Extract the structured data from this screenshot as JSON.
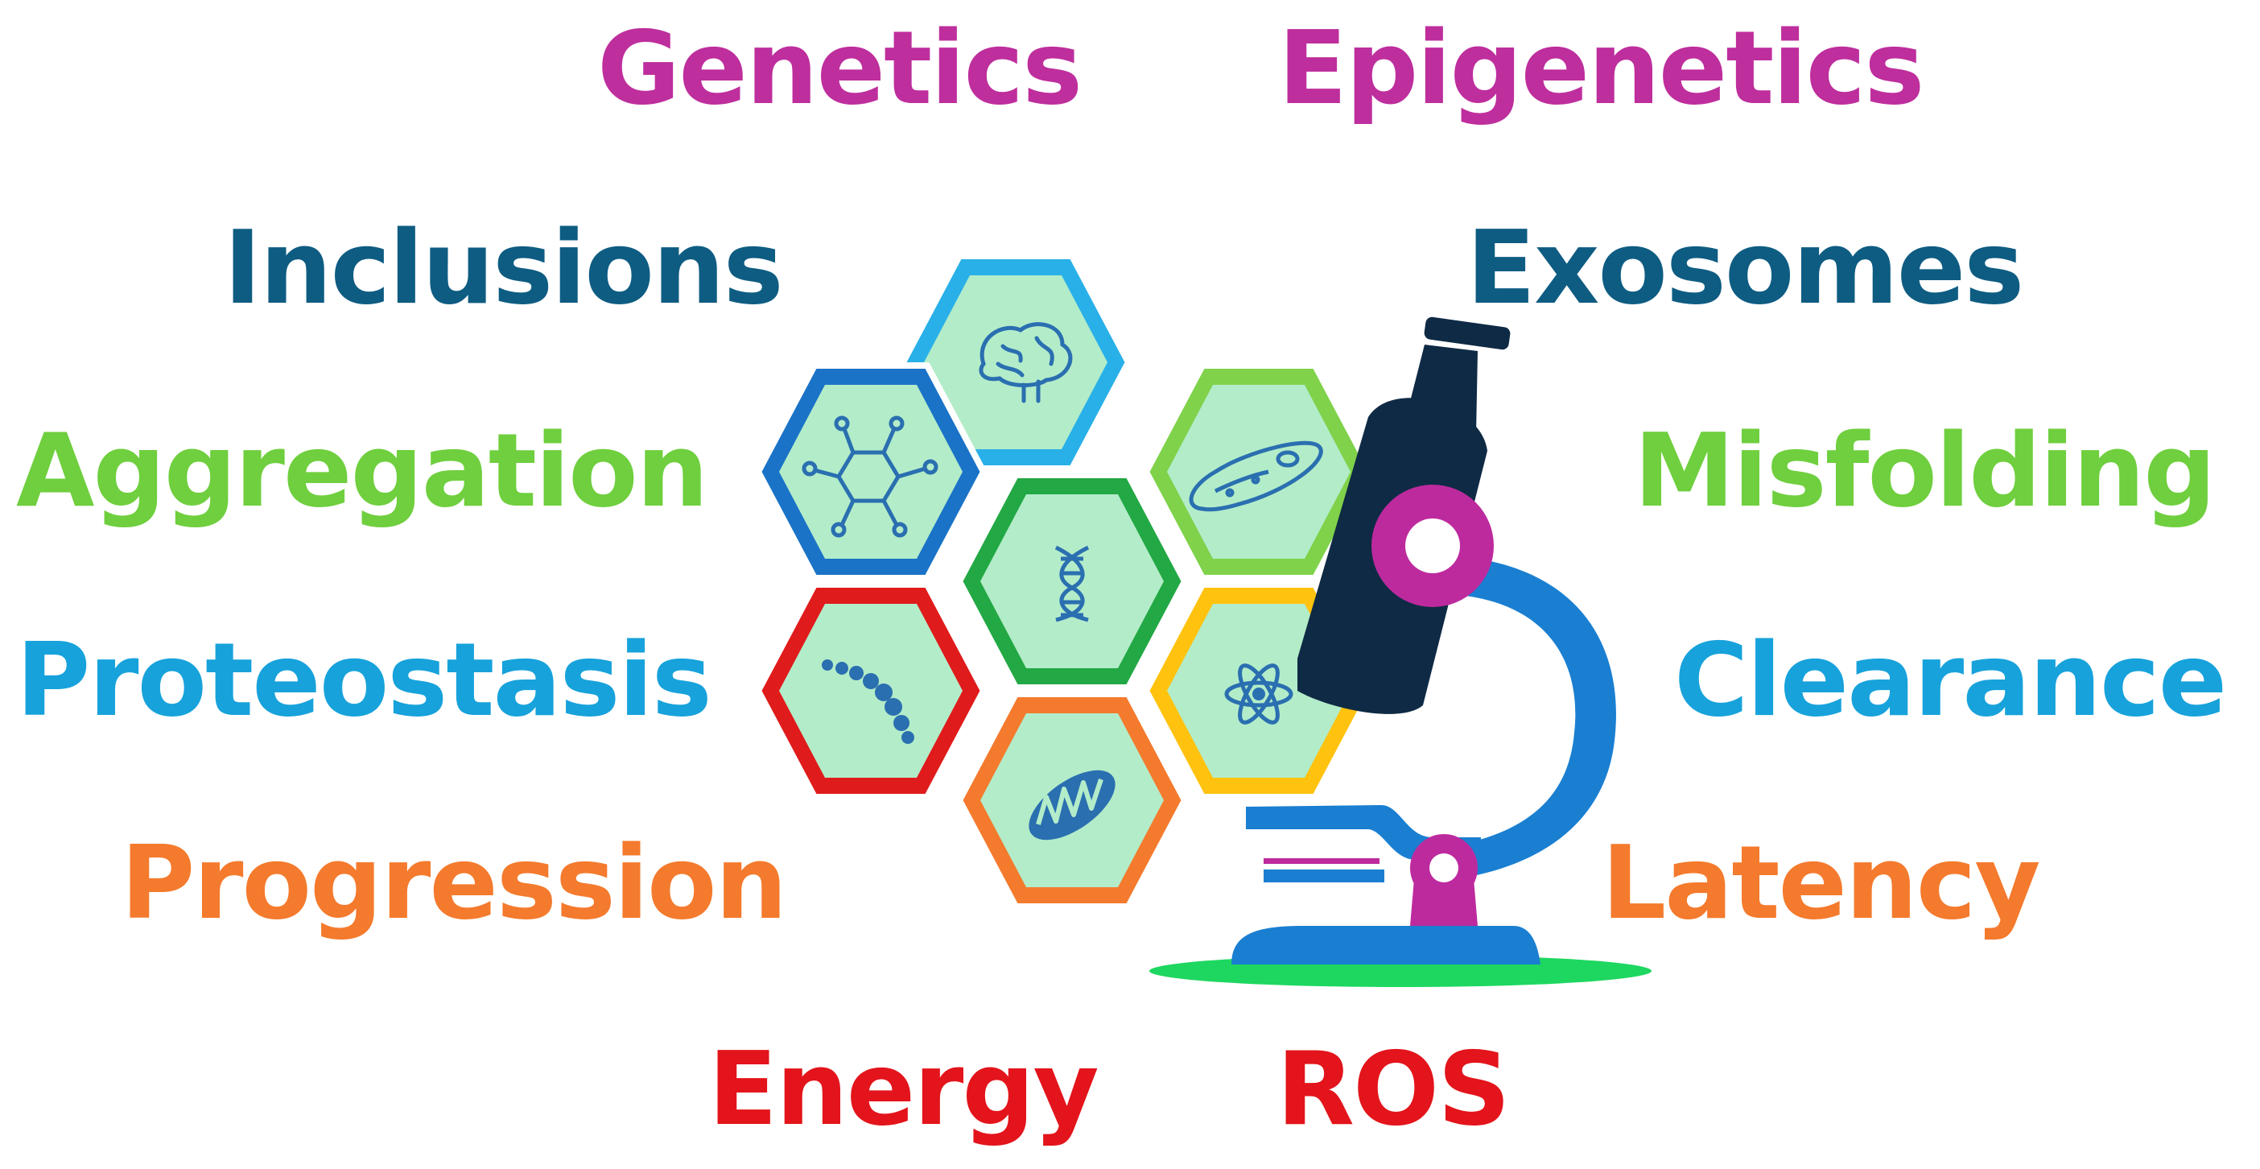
{
  "terms": {
    "genetics": {
      "text": "Genetics",
      "color": "#be2e9d"
    },
    "epigenetics": {
      "text": "Epigenetics",
      "color": "#be2e9d"
    },
    "inclusions": {
      "text": "Inclusions",
      "color": "#0e5c82"
    },
    "exosomes": {
      "text": "Exosomes",
      "color": "#0e5c82"
    },
    "aggregation": {
      "text": "Aggregation",
      "color": "#6fcf3e"
    },
    "misfolding": {
      "text": "Misfolding",
      "color": "#6fcf3e"
    },
    "proteostasis": {
      "text": "Proteostasis",
      "color": "#17a2db"
    },
    "clearance": {
      "text": "Clearance",
      "color": "#17a2db"
    },
    "progression": {
      "text": "Progression",
      "color": "#f47a2d"
    },
    "latency": {
      "text": "Latency",
      "color": "#f47a2d"
    },
    "energy": {
      "text": "Energy",
      "color": "#e3141b"
    },
    "ros": {
      "text": "ROS",
      "color": "#e3141b"
    }
  },
  "hexagons": [
    {
      "icon": "brain-icon",
      "border_color": "#29b0e8"
    },
    {
      "icon": "molecule-icon",
      "border_color": "#1a73c7"
    },
    {
      "icon": "cell-icon",
      "border_color": "#7fd24a"
    },
    {
      "icon": "dna-icon",
      "border_color": "#22a844"
    },
    {
      "icon": "protein-chain-icon",
      "border_color": "#e01b1b"
    },
    {
      "icon": "atom-icon",
      "border_color": "#ffc20e"
    },
    {
      "icon": "mitochondria-icon",
      "border_color": "#f47a2d"
    }
  ],
  "palette": {
    "hex_fill": "#b3ecc9",
    "icon_color": "#2a6fb0",
    "microscope_dark": "#0f2a44",
    "microscope_blue": "#1a7fd1",
    "microscope_magenta": "#bd2a9e",
    "microscope_shadow": "#1ed760"
  }
}
